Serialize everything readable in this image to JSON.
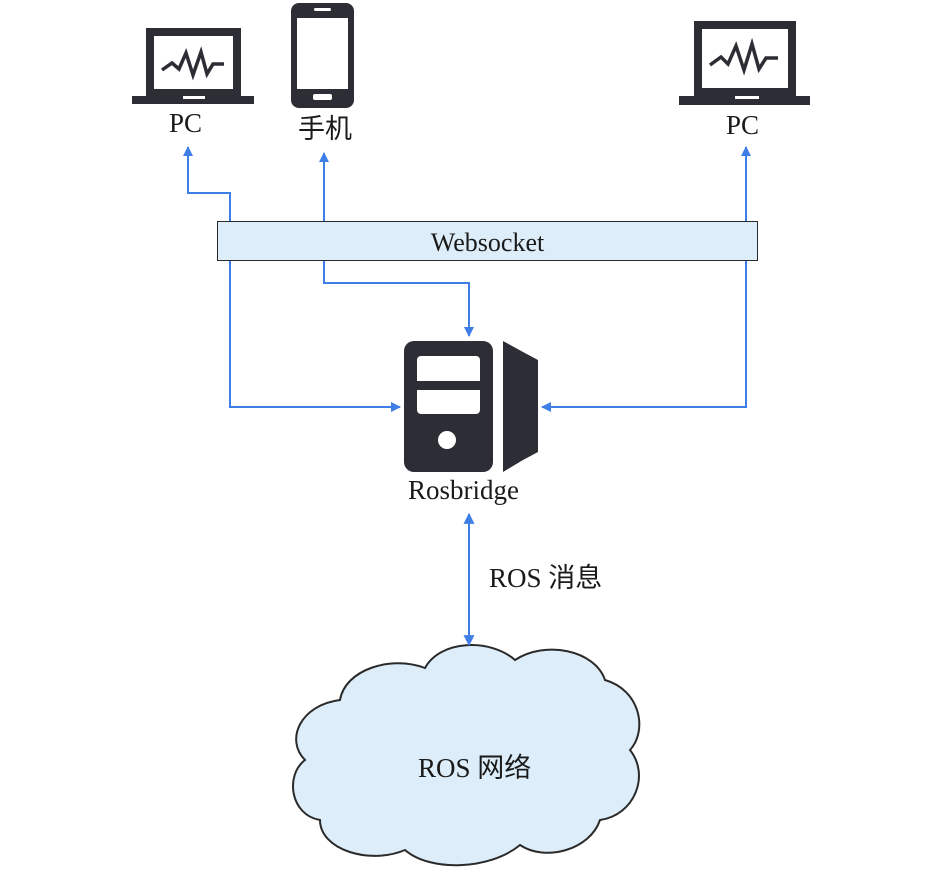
{
  "nodes": {
    "pc_left": "PC",
    "phone": "手机",
    "pc_right": "PC",
    "websocket": "Websocket",
    "rosbridge": "Rosbridge",
    "ros_message": "ROS 消息",
    "ros_network": "ROS 网络"
  },
  "colors": {
    "arrow": "#3e7ee6",
    "device": "#2d2d36",
    "box_fill": "#ddeefa",
    "outline": "#2a2a2a"
  },
  "icons": [
    "laptop-icon",
    "smartphone-icon",
    "laptop-icon",
    "server-tower-icon",
    "cloud-shape"
  ]
}
